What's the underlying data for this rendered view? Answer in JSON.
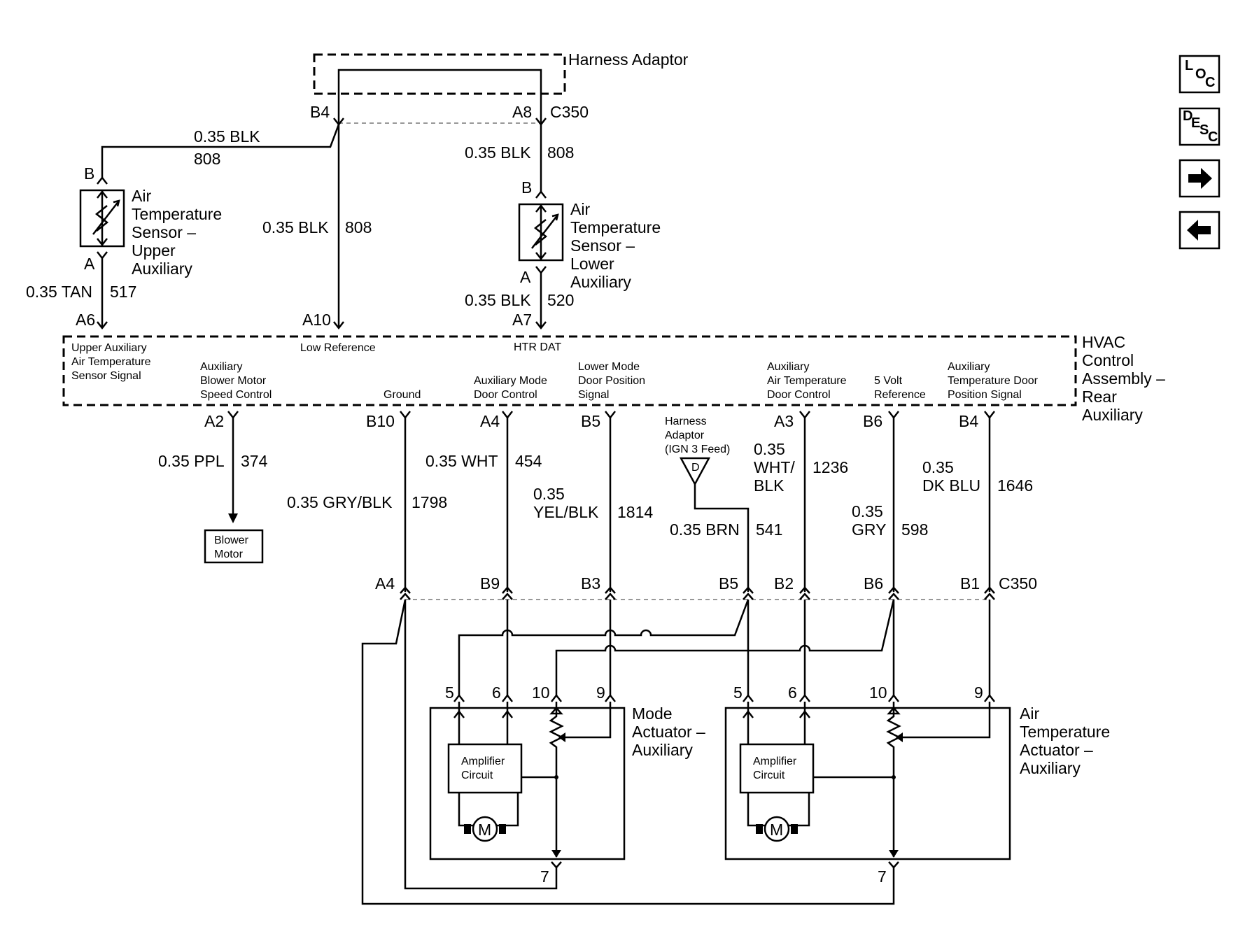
{
  "harness_adaptor": "Harness Adaptor",
  "connector_c350": "C350",
  "pins": {
    "b4_top": "B4",
    "a8_top": "A8",
    "upper_b": "B",
    "upper_a": "A",
    "lower_b": "B",
    "lower_a": "A",
    "a6": "A6",
    "a10": "A10",
    "a7": "A7",
    "a2": "A2",
    "b10": "B10",
    "a4": "A4",
    "b5": "B5",
    "a3": "A3",
    "b6": "B6",
    "b4": "B4",
    "c_a4": "A4",
    "c_b9": "B9",
    "c_b3": "B3",
    "c_b5": "B5",
    "c_b2": "B2",
    "c_b6": "B6",
    "c_b1": "B1",
    "m5": "5",
    "m6": "6",
    "m10": "10",
    "m9": "9",
    "m7": "7",
    "t5": "5",
    "t6": "6",
    "t10": "10",
    "t9": "9",
    "t7": "7"
  },
  "wires": {
    "top_left_gauge": "0.35 BLK",
    "top_left_circuit": "808",
    "mid_gauge": "0.35 BLK",
    "mid_circuit": "808",
    "a8_gauge": "0.35 BLK",
    "a8_circuit": "808",
    "tan_gauge": "0.35 TAN",
    "tan_circuit": "517",
    "lower_gauge": "0.35 BLK",
    "lower_circuit": "520",
    "ppl_gauge": "0.35 PPL",
    "ppl_circuit": "374",
    "gry_blk_gauge": "0.35 GRY/BLK",
    "gry_blk_circuit": "1798",
    "wht_gauge": "0.35 WHT",
    "wht_circuit": "454",
    "yel_blk_gauge_1": "0.35",
    "yel_blk_gauge_2": "YEL/BLK",
    "yel_blk_circuit": "1814",
    "brn_gauge": "0.35 BRN",
    "brn_circuit": "541",
    "wht_blk_gauge_1": "0.35",
    "wht_blk_gauge_2": "WHT/",
    "wht_blk_gauge_3": "BLK",
    "wht_blk_circuit": "1236",
    "gry_gauge_1": "0.35",
    "gry_gauge_2": "GRY",
    "gry_circuit": "598",
    "dkblu_gauge_1": "0.35",
    "dkblu_gauge_2": "DK BLU",
    "dkblu_circuit": "1646"
  },
  "upper_sensor": {
    "line1": "Air",
    "line2": "Temperature",
    "line3": "Sensor –",
    "line4": "Upper",
    "line5": "Auxiliary"
  },
  "lower_sensor": {
    "line1": "Air",
    "line2": "Temperature",
    "line3": "Sensor –",
    "line4": "Lower",
    "line5": "Auxiliary"
  },
  "hvac": {
    "line1": "HVAC",
    "line2": "Control",
    "line3": "Assembly –",
    "line4": "Rear",
    "line5": "Auxiliary"
  },
  "hvac_signals": {
    "upper_1": "Upper Auxiliary",
    "upper_2": "Air Temperature",
    "upper_3": "Sensor Signal",
    "blower_1": "Auxiliary",
    "blower_2": "Blower Motor",
    "blower_3": "Speed Control",
    "low_ref": "Low Reference",
    "htr_dat": "HTR DAT",
    "ground": "Ground",
    "mode_1": "Auxiliary Mode",
    "mode_2": "Door Control",
    "lower_mode_1": "Lower Mode",
    "lower_mode_2": "Door Position",
    "lower_mode_3": "Signal",
    "airtemp_1": "Auxiliary",
    "airtemp_2": "Air Temperature",
    "airtemp_3": "Door Control",
    "volt_1": "5 Volt",
    "volt_2": "Reference",
    "airtemp_pos_1": "Auxiliary",
    "airtemp_pos_2": "Temperature Door",
    "airtemp_pos_3": "Position Signal"
  },
  "blower_motor": {
    "line1": "Blower",
    "line2": "Motor"
  },
  "ign_feed": {
    "line1": "Harness",
    "line2": "Adaptor",
    "line3": "(IGN 3 Feed)",
    "symbol": "D"
  },
  "mode_actuator": {
    "line1": "Mode",
    "line2": "Actuator –",
    "line3": "Auxiliary",
    "amp_1": "Amplifier",
    "amp_2": "Circuit",
    "motor": "M"
  },
  "temp_actuator": {
    "line1": "Air",
    "line2": "Temperature",
    "line3": "Actuator –",
    "line4": "Auxiliary",
    "amp_1": "Amplifier",
    "amp_2": "Circuit",
    "motor": "M"
  },
  "nav": {
    "loc_l": "L",
    "loc_o": "O",
    "loc_c": "C",
    "desc_d": "D",
    "desc_e": "E",
    "desc_s": "S",
    "desc_c": "C"
  }
}
